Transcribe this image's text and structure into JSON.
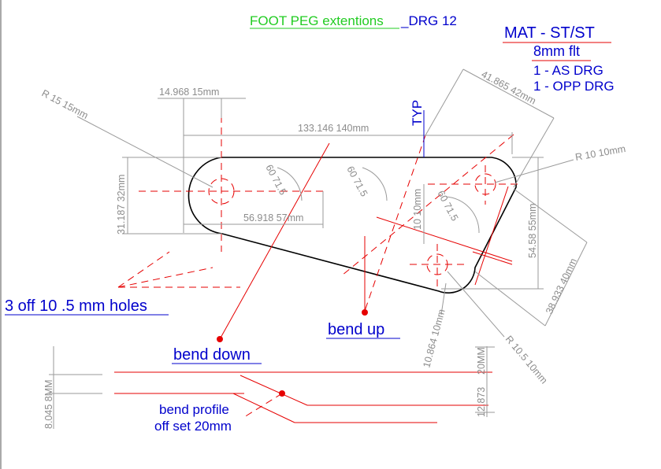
{
  "title": {
    "part": "FOOT PEG extentions",
    "drawing": "_DRG 12"
  },
  "material": {
    "line1": "MAT - ST/ST",
    "line2": "8mm flt",
    "line3": "1 - AS DRG",
    "line4": "1 - OPP DRG"
  },
  "dimensions": {
    "overall_length": "133.146 140mm",
    "left_offset": "14.968 15mm",
    "left_height": "31.187 32mm",
    "hole_spacing": "56.918 57mm",
    "angle_1": "60 71.5",
    "angle_2": "60 71.5",
    "angle_3": "60 71.5",
    "hole_dim": "10 10mm",
    "right_height": "54.58 55mm",
    "diag_top": "41.865 42mm",
    "diag_right": "38.933 40mm",
    "radius_left": "R 15 15mm",
    "radius_right_top": "R 10 10mm",
    "radius_right_bottom": "R 10.5 10mm",
    "bend_offset": "10.864 10mm",
    "profile_left": "8.045 8MM",
    "profile_right_top": "20MM",
    "profile_right_bottom": "12.873"
  },
  "notes": {
    "typ": "TYP",
    "holes": "3 off 10 .5 mm holes",
    "bend_up": "bend up",
    "bend_down": "bend down",
    "bend_profile_1": "bend profile",
    "bend_profile_2": "off set 20mm"
  },
  "colors": {
    "outline": "#000000",
    "dimension": "#8c8c8c",
    "annotation": "#0000cc",
    "bend": "#e60000",
    "title": "#22cc22"
  }
}
